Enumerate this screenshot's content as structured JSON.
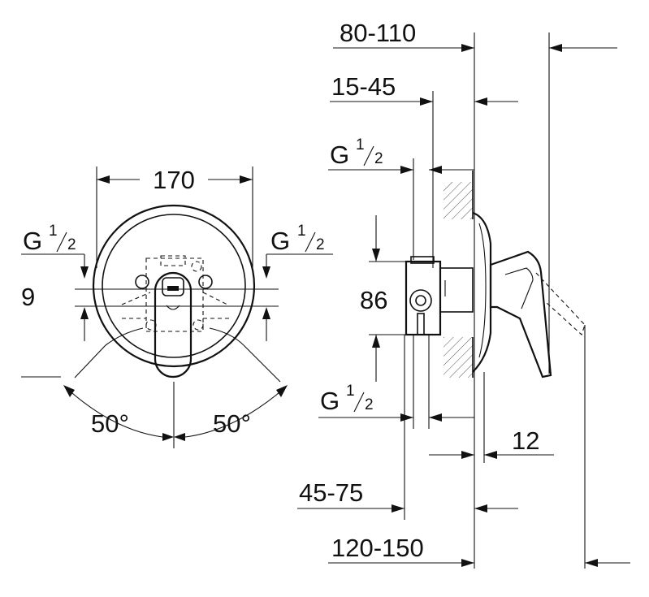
{
  "front_view": {
    "width_label": "170",
    "thread_left": {
      "base": "G",
      "num": "1",
      "den": "2"
    },
    "thread_right": {
      "base": "G",
      "num": "1",
      "den": "2"
    },
    "offset_label": "9",
    "angle_left": "50°",
    "angle_right": "50°"
  },
  "side_view": {
    "depth_total_label": "80-110",
    "depth_wall_label": "15-45",
    "thread_top": {
      "base": "G",
      "num": "1",
      "den": "2"
    },
    "height_label": "86",
    "thread_bottom": {
      "base": "G",
      "num": "1",
      "den": "2"
    },
    "plate_label": "12",
    "body_label": "45-75",
    "overall_label": "120-150"
  },
  "colors": {
    "line": "#111111",
    "background": "#ffffff"
  }
}
